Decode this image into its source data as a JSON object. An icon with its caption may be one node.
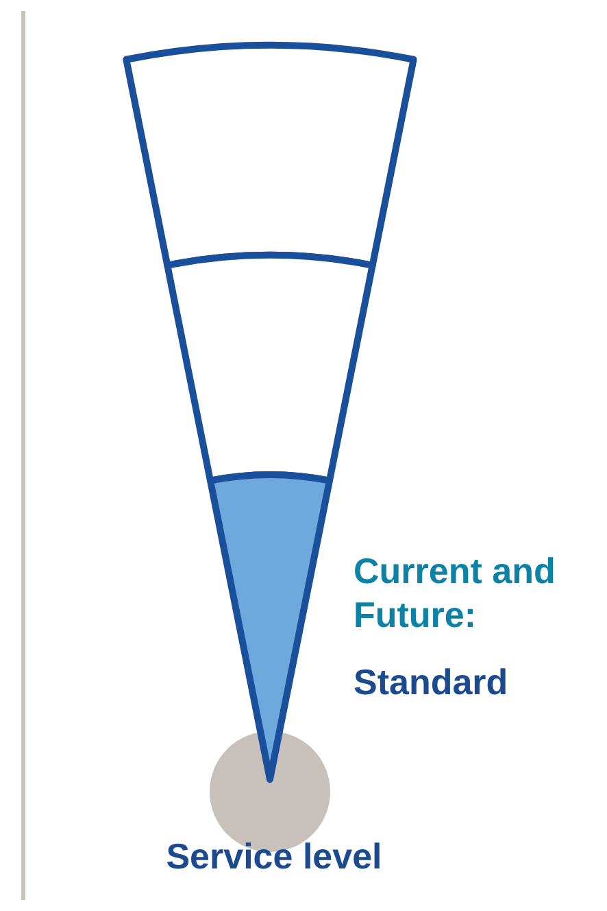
{
  "diagram": {
    "labels": [
      "Current and Future:",
      "Standard",
      "Service level"
    ]
  }
}
